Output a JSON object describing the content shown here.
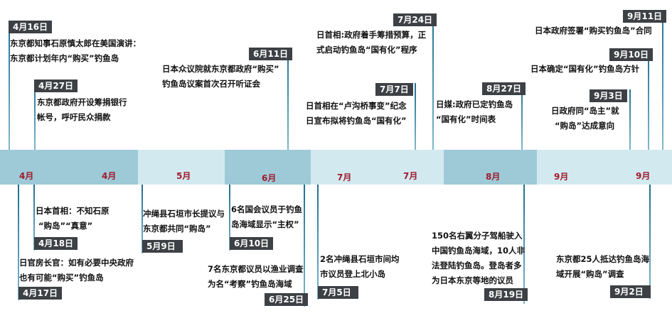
{
  "months": [
    "4月",
    "4月",
    "5月",
    "6月",
    "7月",
    "7月",
    "8月",
    "9月",
    "9月"
  ],
  "colors": {
    "band_dark": "#9ecad8",
    "band_light": "#d3e9f0",
    "month_text": "#a01b2b",
    "tag_bg": "#3d4044",
    "line": "#1d6f8f"
  },
  "top_events": [
    {
      "date": "4月16日",
      "lines": [
        "东京都知事石原慎太郎在美国演讲：",
        "东京都计划年内“购买”钓鱼岛"
      ]
    },
    {
      "date": "4月27日",
      "lines": [
        "东京都政府开设筹捐银行",
        "帐号，呼吁民众捐款"
      ]
    },
    {
      "date": "6月11日",
      "lines": [
        "日本众议院就东京都政府“购买”",
        "钓鱼岛议案首次召开听证会"
      ]
    },
    {
      "date": "7月24日",
      "lines": [
        "日首相:政府着手筹措预算，正",
        "式启动钓鱼岛“国有化”程序"
      ]
    },
    {
      "date": "7月7日",
      "lines": [
        "日首相在“卢沟桥事变”纪念",
        "日宣布拟将钓鱼岛“国有化”"
      ]
    },
    {
      "date": "8月27日",
      "lines": [
        "日媒:政府已定钓鱼岛",
        "“国有化”时间表"
      ]
    },
    {
      "date": "9月11日",
      "lines": [
        "日本政府签署“购买钓鱼岛”合同"
      ]
    },
    {
      "date": "9月10日",
      "lines": [
        "日本确定“国有化”钓鱼岛方针"
      ]
    },
    {
      "date": "9月3日",
      "lines": [
        "日政府同“岛主”就",
        "“购岛”达成意向"
      ]
    }
  ],
  "bottom_events": [
    {
      "date": "4月18日",
      "lines": [
        "日本首相：不知石原",
        "“购岛”“真意”"
      ]
    },
    {
      "date": "4月17日",
      "lines": [
        "日官房长官：如有必要中央政府",
        "也有可能“购买”钓鱼岛"
      ]
    },
    {
      "date": "5月9日",
      "lines": [
        "冲绳县石垣市长提议与",
        "东京都共同“购岛”"
      ]
    },
    {
      "date": "6月10日",
      "lines": [
        "6名国会议员于钓鱼",
        "岛海域显示“主权”"
      ]
    },
    {
      "date": "6月25日",
      "lines": [
        "7名东京都议员以渔业调查",
        "为名“考察”钓鱼岛海域"
      ]
    },
    {
      "date": "7月5日",
      "lines": [
        "2名冲绳县石垣市间均",
        "市议员登上北小岛"
      ]
    },
    {
      "date": "8月19日",
      "lines": [
        "150名右翼分子驾船驶入",
        "中国钓鱼岛海域，10人非",
        "法登陆钓鱼岛。登岛者多",
        "为日本东京等地的议员"
      ]
    },
    {
      "date": "9月2日",
      "lines": [
        "东京都25人抵达钓鱼岛海",
        "域开展“购岛”调查"
      ]
    }
  ]
}
